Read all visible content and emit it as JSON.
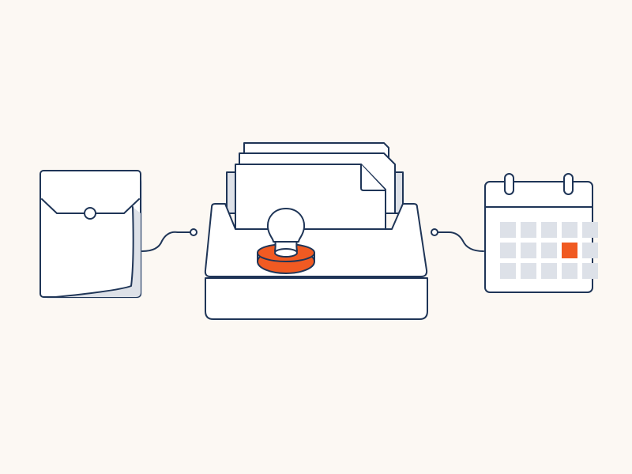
{
  "colors": {
    "background": "#fcf8f3",
    "outline": "#1f3557",
    "fill": "#ffffff",
    "shade": "#dde1e8",
    "accent": "#f05a22"
  },
  "icons": {
    "left": "envelope-icon",
    "center": "document-tray-stamp-icon",
    "right": "calendar-icon"
  },
  "calendar": {
    "rows": 3,
    "cols": 5,
    "highlighted_cell": {
      "row": 2,
      "col": 4
    }
  }
}
